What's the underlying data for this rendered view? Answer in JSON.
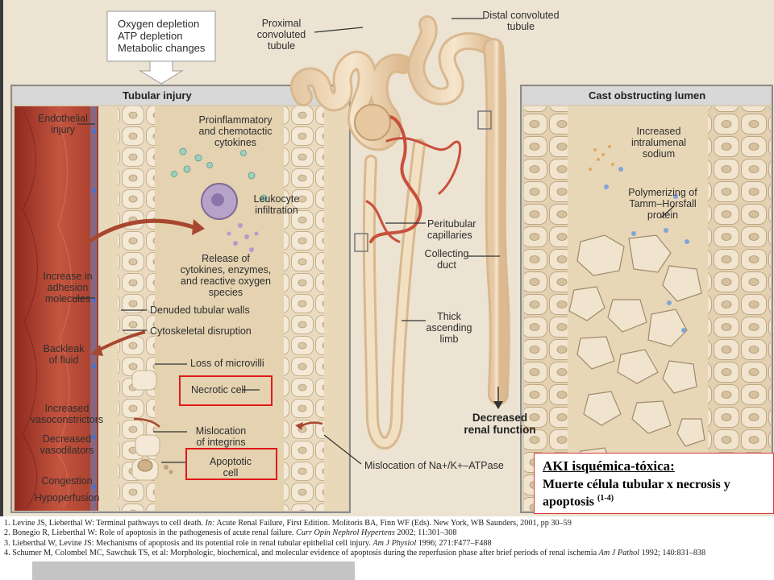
{
  "header_box": {
    "lines": [
      "Oxygen depletion",
      "ATP depletion",
      "Metabolic changes"
    ]
  },
  "panels": {
    "left_title": "Tubular injury",
    "right_title": "Cast obstructing lumen"
  },
  "nephron_labels": {
    "proximal": [
      "Proximal convoluted",
      "tubule"
    ],
    "distal": [
      "Distal convoluted",
      "tubule"
    ],
    "peritubular": [
      "Peritubular",
      "capillaries"
    ],
    "collecting": [
      "Collecting",
      "duct"
    ],
    "thick": [
      "Thick",
      "ascending",
      "limb"
    ],
    "decreased": [
      "Decreased",
      "renal function"
    ],
    "mislocation_pump": "Mislocation of Na+/K+–ATPase"
  },
  "left_side_labels": {
    "endothelial": [
      "Endothelial",
      "injury"
    ],
    "adhesion": [
      "Increase in",
      "adhesion",
      "molecules"
    ],
    "backleak": [
      "Backleak",
      "of fluid"
    ],
    "vasoconstrictors": [
      "Increased",
      "vasoconstrictors"
    ],
    "vasodilators": [
      "Decreased",
      "vasodilators"
    ],
    "congestion": "Congestion",
    "hypoperfusion": "Hypoperfusion"
  },
  "tubule_labels": {
    "cytokines": [
      "Proinflammatory",
      "and chemotactic",
      "cytokines"
    ],
    "leukocyte": [
      "Leukocyte",
      "infiltration"
    ],
    "release": [
      "Release of",
      "cytokines, enzymes,",
      "and reactive oxygen",
      "species"
    ],
    "denuded": "Denuded tubular walls",
    "cytoskeletal": "Cytoskeletal disruption",
    "microvilli": "Loss of microvilli",
    "necrotic": "Necrotic cell",
    "integrins": [
      "Mislocation",
      "of integrins"
    ],
    "apoptotic": [
      "Apoptotic",
      "cell"
    ]
  },
  "cast_labels": {
    "sodium": [
      "Increased",
      "intralumenal",
      "sodium"
    ],
    "tamm": [
      "Polymerizing of",
      "Tamm–Horsfall",
      "protein"
    ]
  },
  "aki": {
    "title": "AKI isquémica-tóxica:",
    "body": "Muerte célula tubular x necrosis y apoptosis",
    "sup": "(1-4)"
  },
  "references": [
    {
      "pre": "1. Levine JS, Lieberthal W: Terminal pathways to cell death. ",
      "it": "In:",
      "post": " Acute Renal Failure, First Edition. Molitoris BA, Finn WF (Eds). New York, WB Saunders, 2001, pp 30–59"
    },
    {
      "pre": "2. Bonegio R, Lieberthal W: Role of apoptosis in the pathogenesis of acute renal failure. ",
      "it": "Curr Opin Nephrol Hypertens",
      "post": " 2002; 11:301–308"
    },
    {
      "pre": "3. Lieberthal W, Levine JS: Mechanisms of apoptosis and its potential role in renal tubular epithelial cell injury. ",
      "it": "Am J Physiol",
      "post": " 1996; 271:F477–F488"
    },
    {
      "pre": "4. Schumer M, Colombel MC, Sawchuk TS, et al: Morphologic, biochemical, and molecular evidence of apoptosis during the reperfusion phase after brief periods of renal ischemia ",
      "it": "Am J Pathol",
      "post": " 1992; 140:831–838"
    }
  ],
  "colors": {
    "background": "#2a2a2a",
    "tissue": "#e7d2ae",
    "vessel": "#b8432e",
    "highlight_box": "#e01a1a"
  }
}
